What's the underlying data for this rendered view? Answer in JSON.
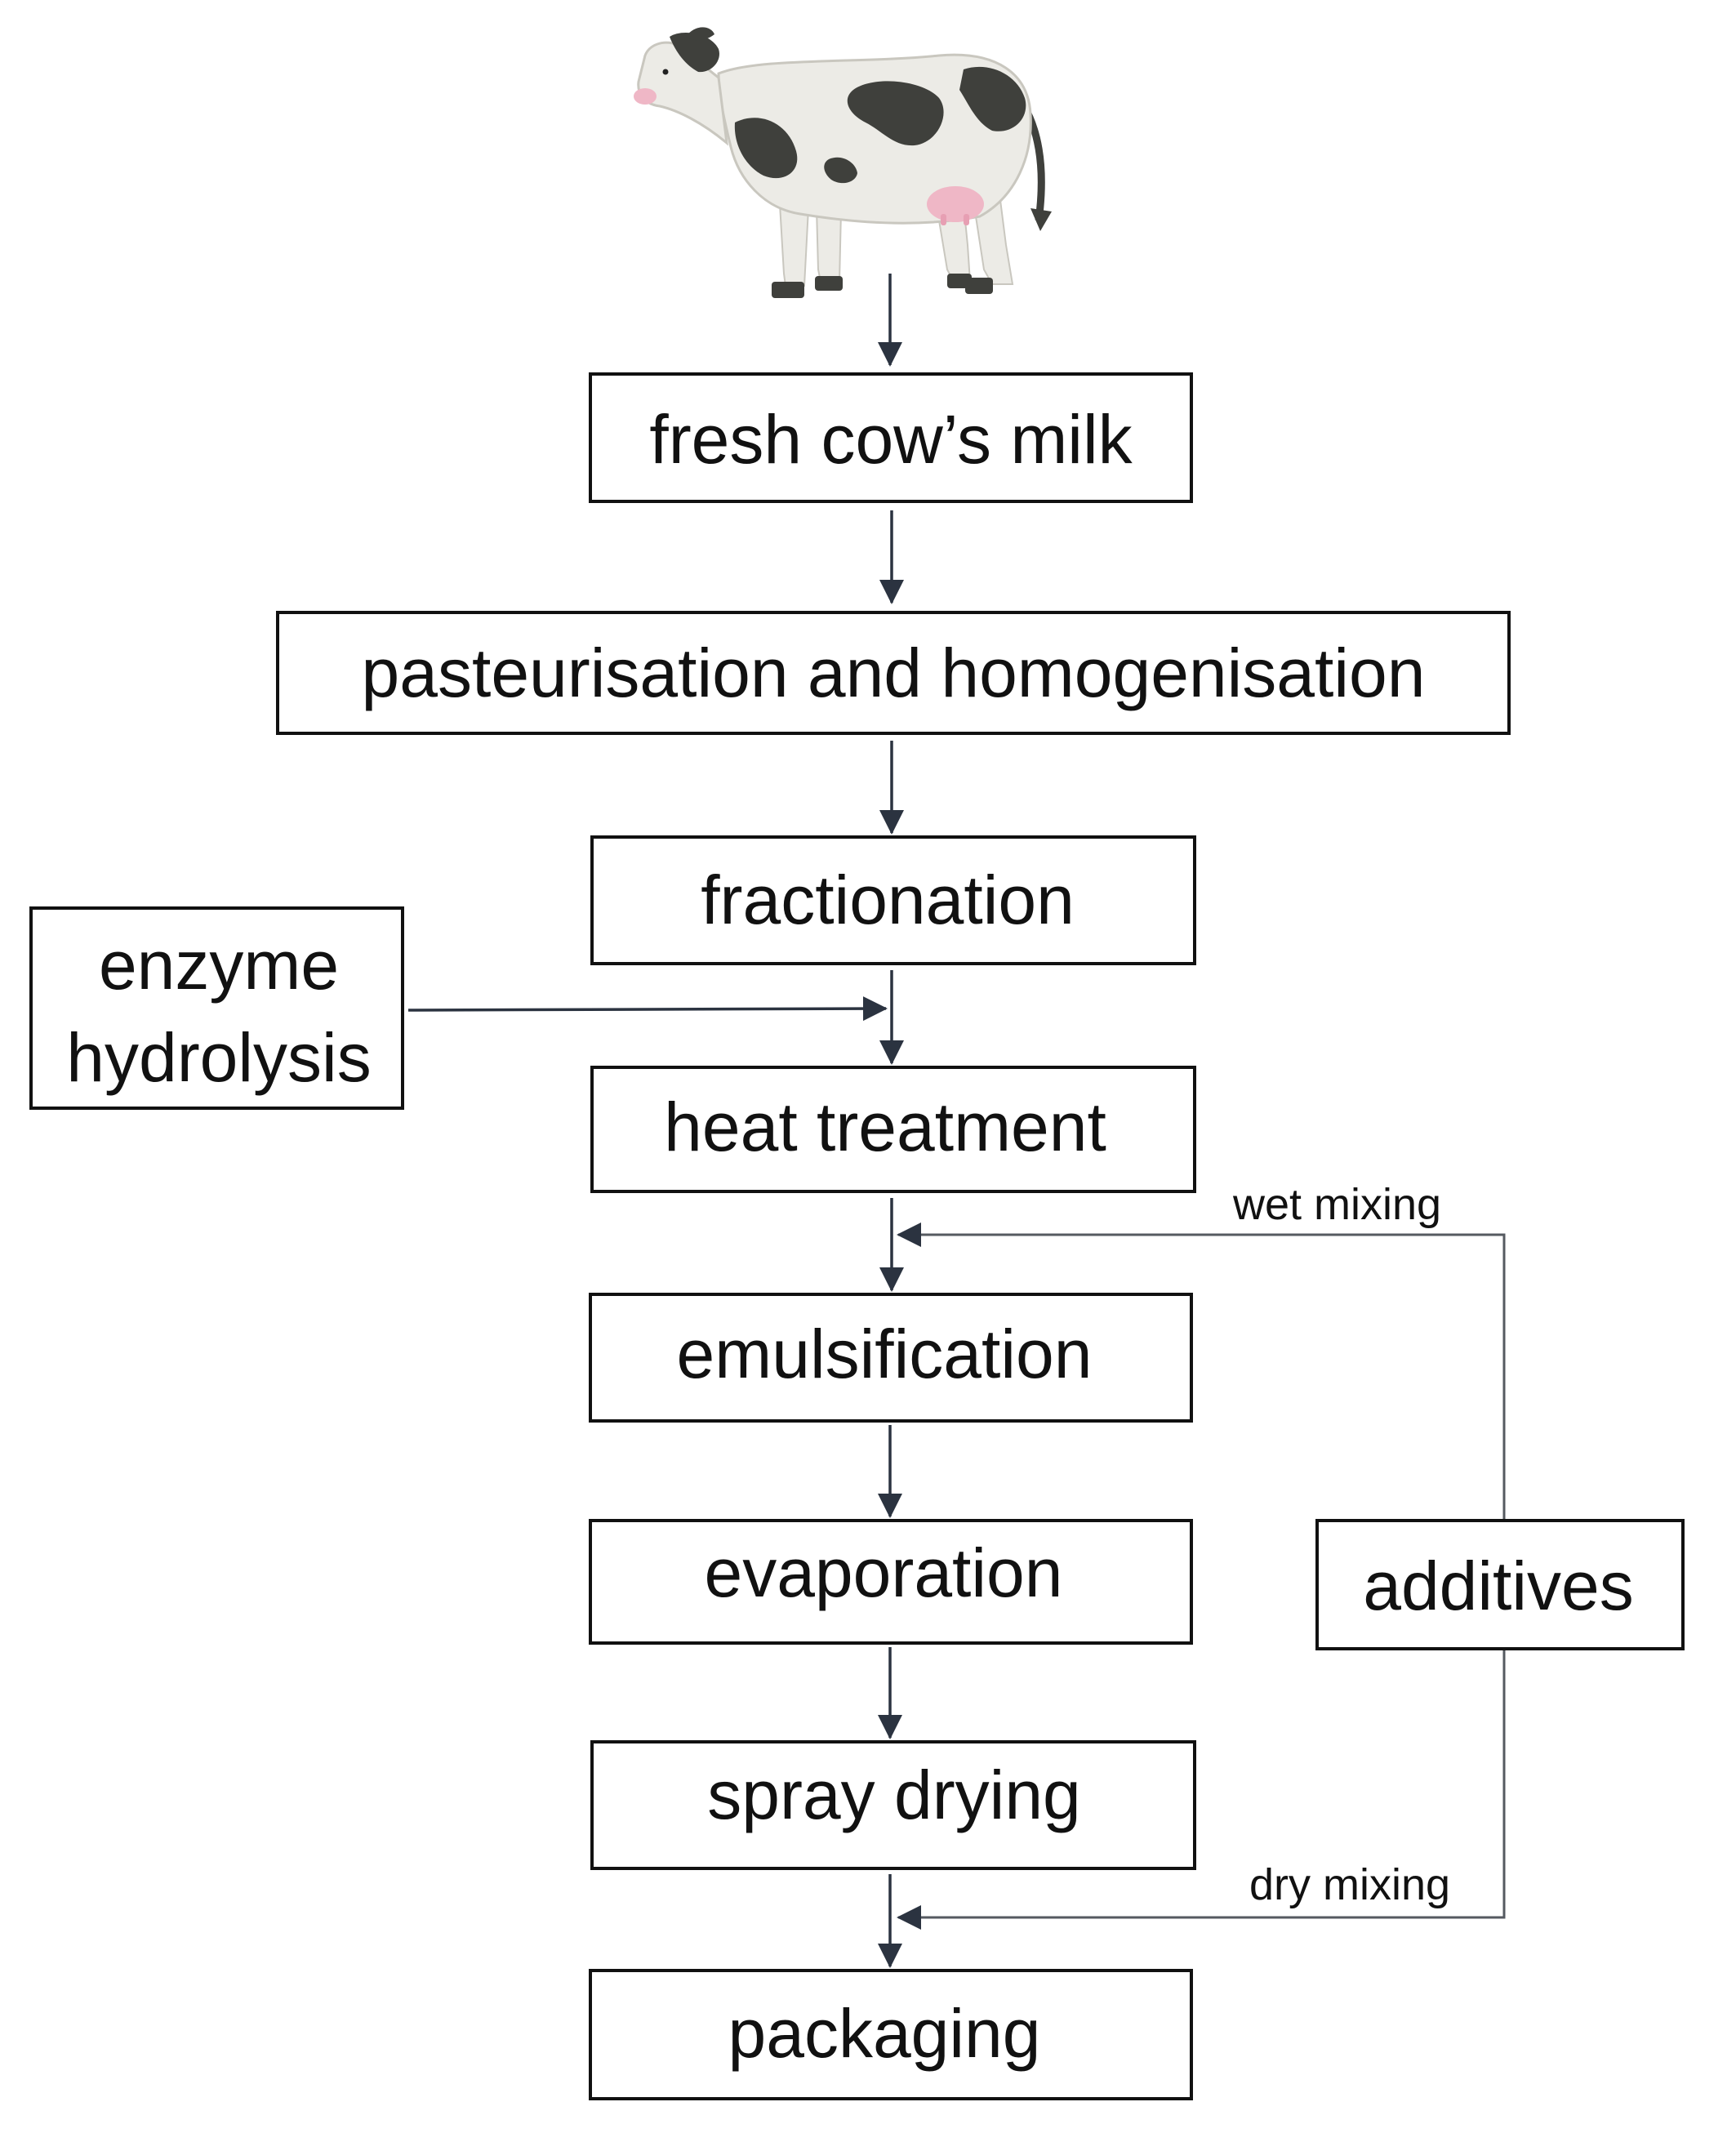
{
  "nodes": {
    "fresh_milk": "fresh cow’s milk",
    "pasteurisation": "pasteurisation and homogenisation",
    "fractionation": "fractionation",
    "enzyme_line1": "enzyme",
    "enzyme_line2": "hydrolysis",
    "heat_treatment": "heat treatment",
    "emulsification": "emulsification",
    "evaporation": "evaporation",
    "spray_drying": "spray drying",
    "packaging": "packaging",
    "additives": "additives"
  },
  "edge_labels": {
    "wet_mixing": "wet mixing",
    "dry_mixing": "dry mixing"
  },
  "illustration": {
    "icon": "cow-icon",
    "body_color": "#ecebe6",
    "spot_color": "#3f403c",
    "udder_color": "#efb7c6"
  },
  "colors": {
    "arrow": "#2b3340",
    "box_stroke": "#111111"
  }
}
